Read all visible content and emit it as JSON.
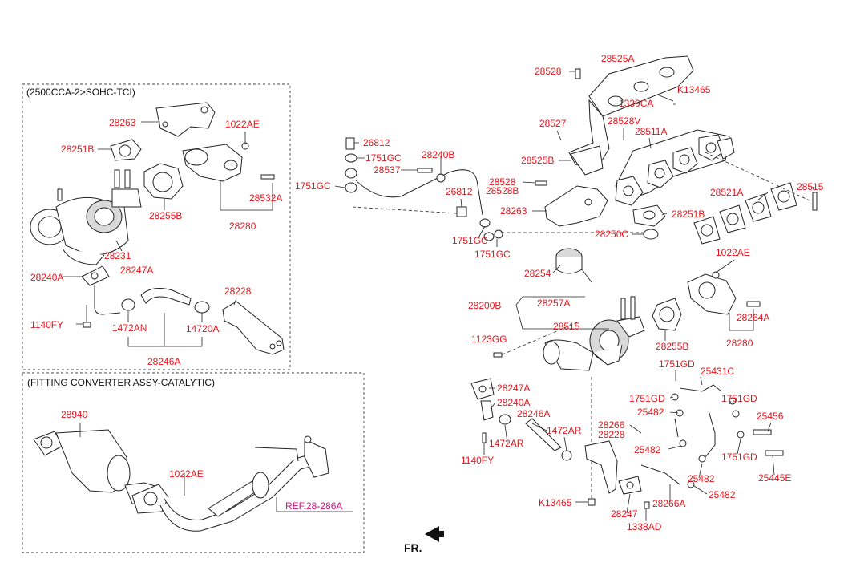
{
  "sections": {
    "top": "(2500CCA-2>SOHC-TCI)",
    "bottom": "(FITTING  CONVERTER ASSY-CATALYTIC)"
  },
  "fr": "FR.",
  "ref": "REF.28-286A",
  "labels": {
    "l28263a": "28263",
    "l1022ae_a": "1022AE",
    "l28251b_a": "28251B",
    "l28255b_a": "28255B",
    "l28532a": "28532A",
    "l28280_a": "28280",
    "l28231": "28231",
    "l28247a_a": "28247A",
    "l28240a_a": "28240A",
    "l28228_a": "28228",
    "l1140fy_a": "1140FY",
    "l1472an_a": "1472AN",
    "l14720a": "14720A",
    "l28246a_a": "28246A",
    "l28940": "28940",
    "l1022ae_b": "1022AE",
    "l26812_a": "26812",
    "l1751gc_a": "1751GC",
    "l28240b": "28240B",
    "l28537": "28537",
    "l1751gc_b": "1751GC",
    "l26812_b": "26812",
    "l28528b": "28528B",
    "l1751gc_c": "1751GC",
    "l1751gc_d": "1751GC",
    "l28528_a": "28528",
    "l28525a": "28525A",
    "lk13465_a": "K13465",
    "l1339ca": "1339CA",
    "l28527": "28527",
    "l28528v": "28528V",
    "l28511a": "28511A",
    "l28525b": "28525B",
    "l28528_b": "28528",
    "l28263b": "28263",
    "l28251b_b": "28251B",
    "l28521a": "28521A",
    "l28515_a": "28515",
    "l28250c": "28250C",
    "l1022ae_c": "1022AE",
    "l28254": "28254",
    "l28200b": "28200B",
    "l28257a": "28257A",
    "l28515_b": "28515",
    "l28264a": "28264A",
    "l1123gg": "1123GG",
    "l28255b_b": "28255B",
    "l28280_b": "28280",
    "l1751gd_a": "1751GD",
    "l25431c": "25431C",
    "l28247a_b": "28247A",
    "l28240a_b": "28240A",
    "l1751gd_b": "1751GD",
    "l1751gd_c": "1751GD",
    "l25482_a": "25482",
    "l28246a_b": "28246A",
    "l28266": "28266",
    "l25456": "25456",
    "l1472ar_a": "1472AR",
    "l28228_b": "28228",
    "l1472ar_b": "1472AR",
    "l25482_b": "25482",
    "l1751gd_d": "1751GD",
    "l1140fy_b": "1140FY",
    "l25445e": "25445E",
    "l25482_c": "25482",
    "l25482_d": "25482",
    "l28266a": "28266A",
    "lk13465_b": "K13465",
    "l28247": "28247",
    "l1338ad": "1338AD"
  }
}
